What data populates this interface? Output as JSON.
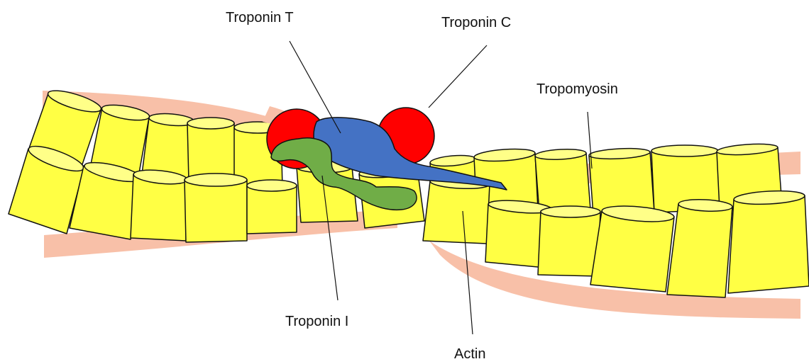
{
  "labels": {
    "troponin_t": "Troponin T",
    "troponin_c": "Troponin C",
    "tropomyosin": "Tropomyosin",
    "troponin_i": "Troponin I",
    "actin": "Actin"
  },
  "colors": {
    "actin_fill": "#ffff44",
    "actin_top": "#ffff88",
    "tropomyosin": "#f8c0a8",
    "troponin_c": "#ff0000",
    "troponin_t": "#4472c4",
    "troponin_i": "#70ad47",
    "outline": "#111111"
  }
}
